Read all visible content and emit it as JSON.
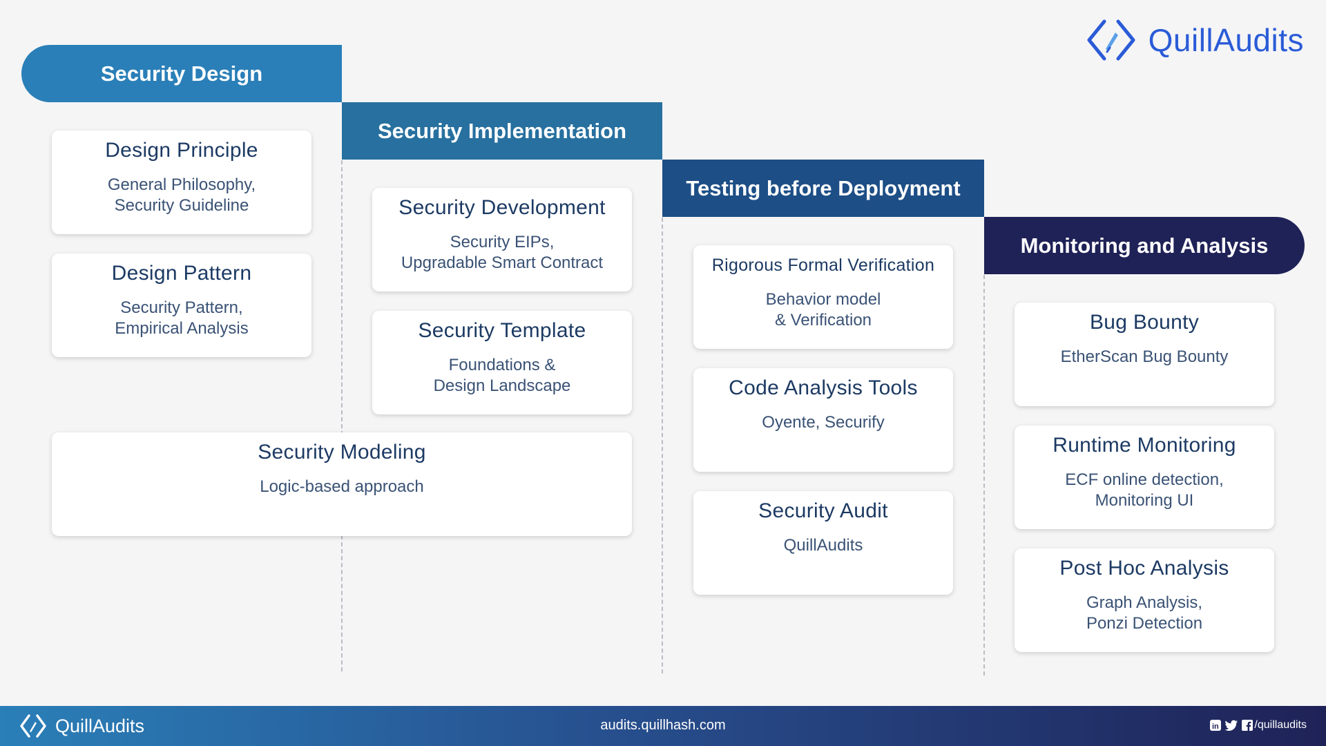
{
  "brand": {
    "name": "QuillAudits",
    "color": "#2a5bd7"
  },
  "phases": [
    {
      "label": "Security Design",
      "color": "#2a7fb8"
    },
    {
      "label": "Security Implementation",
      "color": "#27709f"
    },
    {
      "label": "Testing before Deployment",
      "color": "#1d4e86"
    },
    {
      "label": "Monitoring and Analysis",
      "color": "#1f2257"
    }
  ],
  "cards": {
    "design_principle": {
      "title": "Design Principle",
      "desc": "General Philosophy,\nSecurity Guideline"
    },
    "design_pattern": {
      "title": "Design Pattern",
      "desc": "Security Pattern,\nEmpirical Analysis"
    },
    "security_development": {
      "title": "Security Development",
      "desc": "Security EIPs,\nUpgradable Smart Contract"
    },
    "security_template": {
      "title": "Security Template",
      "desc": "Foundations &\nDesign Landscape"
    },
    "security_modeling": {
      "title": "Security Modeling",
      "desc": "Logic-based approach"
    },
    "formal_verification": {
      "title": "Rigorous Formal Verification",
      "desc": "Behavior model\n& Verification"
    },
    "code_analysis": {
      "title": "Code Analysis Tools",
      "desc": "Oyente, Securify"
    },
    "security_audit": {
      "title": "Security Audit",
      "desc": "QuillAudits"
    },
    "bug_bounty": {
      "title": "Bug Bounty",
      "desc": "EtherScan Bug Bounty"
    },
    "runtime_monitoring": {
      "title": "Runtime Monitoring",
      "desc": "ECF online detection,\nMonitoring UI"
    },
    "post_hoc": {
      "title": "Post Hoc Analysis",
      "desc": "Graph Analysis,\nPonzi Detection"
    }
  },
  "footer": {
    "brand": "QuillAudits",
    "url": "audits.quillhash.com",
    "social_handle": "/quillaudits",
    "social_icons": [
      "linkedin-icon",
      "twitter-icon",
      "facebook-icon"
    ]
  }
}
